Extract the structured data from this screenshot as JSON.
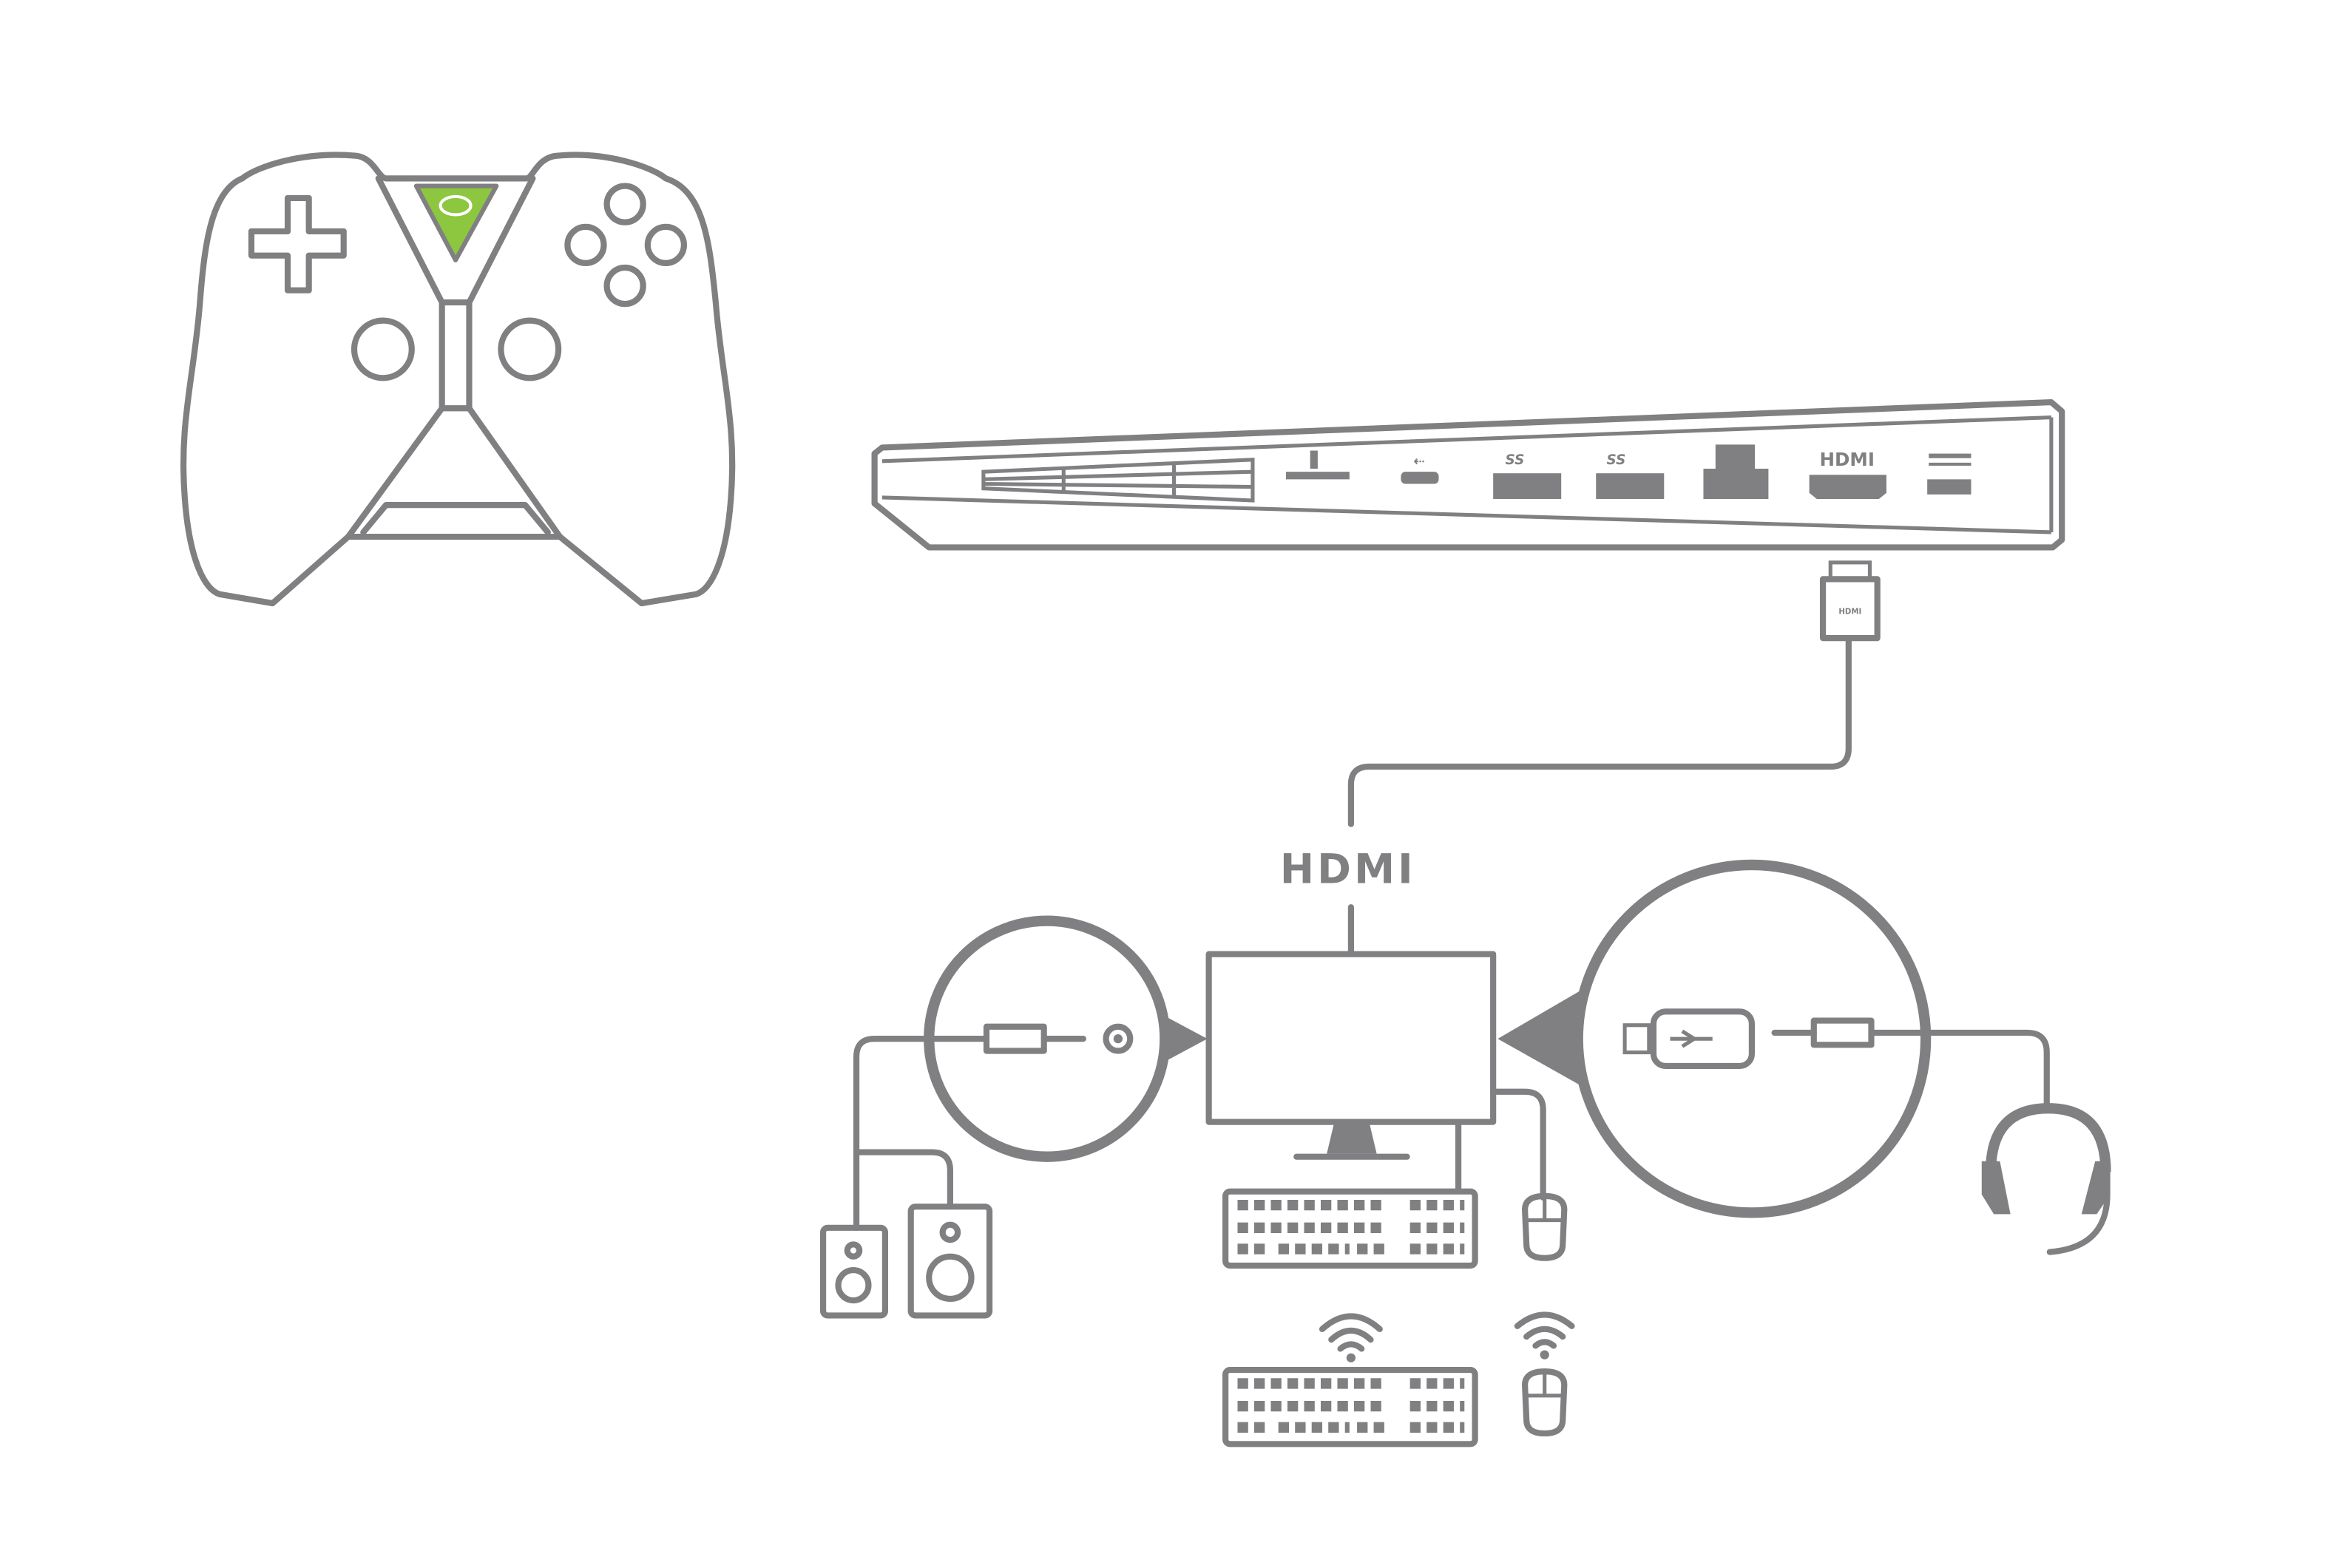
{
  "diagram": {
    "hdmi_label": "HDMI",
    "console_ports": {
      "usb3_a_label": "SS",
      "usb3_b_label": "SS",
      "hdmi_port_label": "HDMI",
      "cable_plug_label": "HDMI"
    },
    "colors": {
      "line": "#808083",
      "accent": "#8dc63f",
      "background": "#ffffff"
    },
    "icons": [
      "game-controller-icon",
      "nvidia-logo-icon",
      "console-icon",
      "hdmi-cable-icon",
      "monitor-icon",
      "audio-jack-icon",
      "speaker-icon",
      "keyboard-icon",
      "mouse-icon",
      "wifi-icon",
      "usb-dongle-icon",
      "headset-icon"
    ]
  }
}
